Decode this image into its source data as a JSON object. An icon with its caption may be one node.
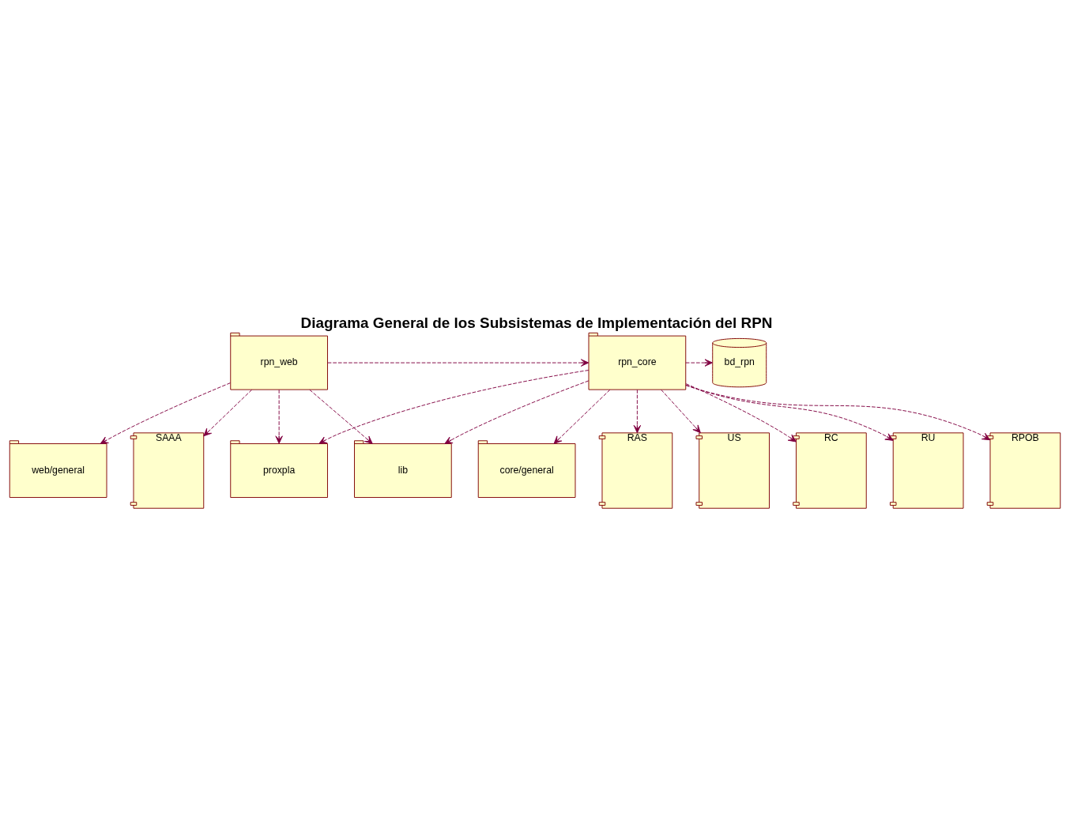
{
  "diagram": {
    "title": "Diagrama General de los Subsistemas de Implementación del RPN",
    "nodes": [
      {
        "text": [
          "web/general"
        ]
      },
      {
        "text": [
          "core/general"
        ]
      },
      {
        "text": [
          "proxpla"
        ]
      },
      {
        "text": [
          "rpn_web"
        ]
      },
      {
        "text": [
          "rpn_core"
        ]
      },
      {
        "text": [
          "bd_rpn"
        ]
      },
      {
        "text": [
          "lib"
        ]
      },
      {
        "text": [
          "SAAA"
        ]
      },
      {
        "text": [
          "RAS"
        ]
      },
      {
        "text": [
          "US"
        ]
      },
      {
        "text": [
          "RC"
        ]
      },
      {
        "text": [
          "RU"
        ]
      },
      {
        "text": [
          "RPOB"
        ]
      }
    ],
    "edges": [
      {
        "from": 3,
        "to": 0,
        "arrow": "to",
        "style": "dashed"
      },
      {
        "from": 3,
        "to": 2,
        "arrow": "to",
        "style": "dashed"
      },
      {
        "from": 4,
        "to": 2,
        "arrow": "to",
        "style": "dashed"
      },
      {
        "from": 4,
        "to": 1,
        "arrow": "to",
        "style": "dashed"
      },
      {
        "from": 3,
        "to": 4,
        "arrow": "to",
        "style": "dashed"
      },
      {
        "from": 4,
        "to": 5,
        "arrow": "to",
        "style": "dashed"
      },
      {
        "from": 3,
        "to": 6,
        "arrow": "to",
        "style": "dashed"
      },
      {
        "from": 4,
        "to": 6,
        "arrow": "to",
        "style": "dashed"
      },
      {
        "from": 3,
        "to": 7,
        "arrow": "to",
        "style": "dashed"
      },
      {
        "from": 4,
        "to": 8,
        "arrow": "to",
        "style": "dashed"
      },
      {
        "from": 4,
        "to": 9,
        "arrow": "to",
        "style": "dashed"
      },
      {
        "from": 4,
        "to": 10,
        "arrow": "to",
        "style": "dashed"
      },
      {
        "from": 4,
        "to": 11,
        "arrow": "to",
        "style": "dashed"
      },
      {
        "from": 4,
        "to": 12,
        "arrow": "to",
        "style": "dashed"
      }
    ]
  }
}
